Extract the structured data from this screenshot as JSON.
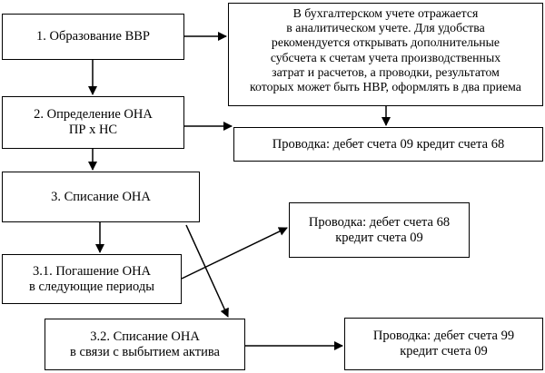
{
  "diagram": {
    "steps": {
      "formation": {
        "lines": [
          "1. Образование ВВР"
        ]
      },
      "determination": {
        "lines": [
          "2. Определение ОНА",
          "ПР х НС"
        ]
      },
      "write_off": {
        "lines": [
          "3. Списание ОНА"
        ]
      },
      "repayment": {
        "lines": [
          "3.1. Погашение ОНА",
          "в следующие периоды"
        ]
      },
      "disposal": {
        "lines": [
          "3.2. Списание ОНА",
          "в связи с выбытием актива"
        ]
      }
    },
    "notes": {
      "accounting": {
        "lines": [
          "В бухгалтерском учете отражается",
          "в аналитическом учете. Для удобства",
          "рекомендуется открывать дополнительные",
          "субсчета к счетам учета производственных",
          "затрат и расчетов, а проводки, результатом",
          "которых может быть НВР, оформлять в два приема"
        ]
      },
      "posting_09_68": {
        "lines": [
          "Проводка: дебет счета 09 кредит счета 68"
        ]
      },
      "posting_68_09": {
        "lines": [
          "Проводка: дебет счета 68",
          "кредит счета 09"
        ]
      },
      "posting_99_09": {
        "lines": [
          "Проводка: дебет счета 99",
          "кредит счета 09"
        ]
      }
    },
    "colors": {
      "stroke": "#000000",
      "fill": "#ffffff"
    }
  }
}
